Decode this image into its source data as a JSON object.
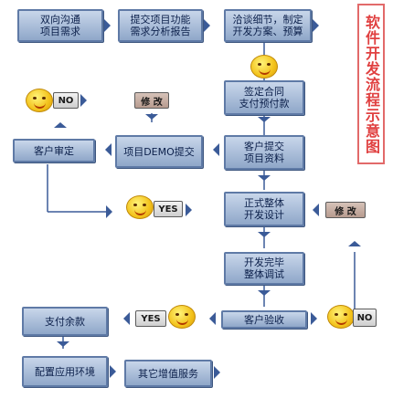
{
  "title": "软件开发流程示意图",
  "steps": {
    "requirements": [
      "双向沟通",
      "项目需求"
    ],
    "analysis": [
      "提交项目功能",
      "需求分析报告"
    ],
    "plan": [
      "洽谈细节，制定",
      "开发方案、预算"
    ],
    "contract": [
      "签定合同",
      "支付预付款"
    ],
    "submit_info": [
      "客户提交",
      "项目资料"
    ],
    "demo": "项目DEMO提交",
    "review": "客户审定",
    "design": [
      "正式整体",
      "开发设计"
    ],
    "test": [
      "开发完毕",
      "整体调试"
    ],
    "acceptance": "客户验收",
    "balance": "支付余款",
    "deploy": "配置应用环境",
    "other_services": "其它增值服务"
  },
  "labels": {
    "modify_top": "修 改",
    "modify_right": "修 改",
    "no_top": "NO",
    "yes_middle": "YES",
    "yes_bottom": "YES",
    "no_bottom": "NO"
  },
  "colors": {
    "box_top": "#c8d6ea",
    "box_bottom": "#8fa7c9",
    "box_border": "#5f7aa6",
    "arrow": "#3b5b98",
    "title": "#e04040"
  }
}
